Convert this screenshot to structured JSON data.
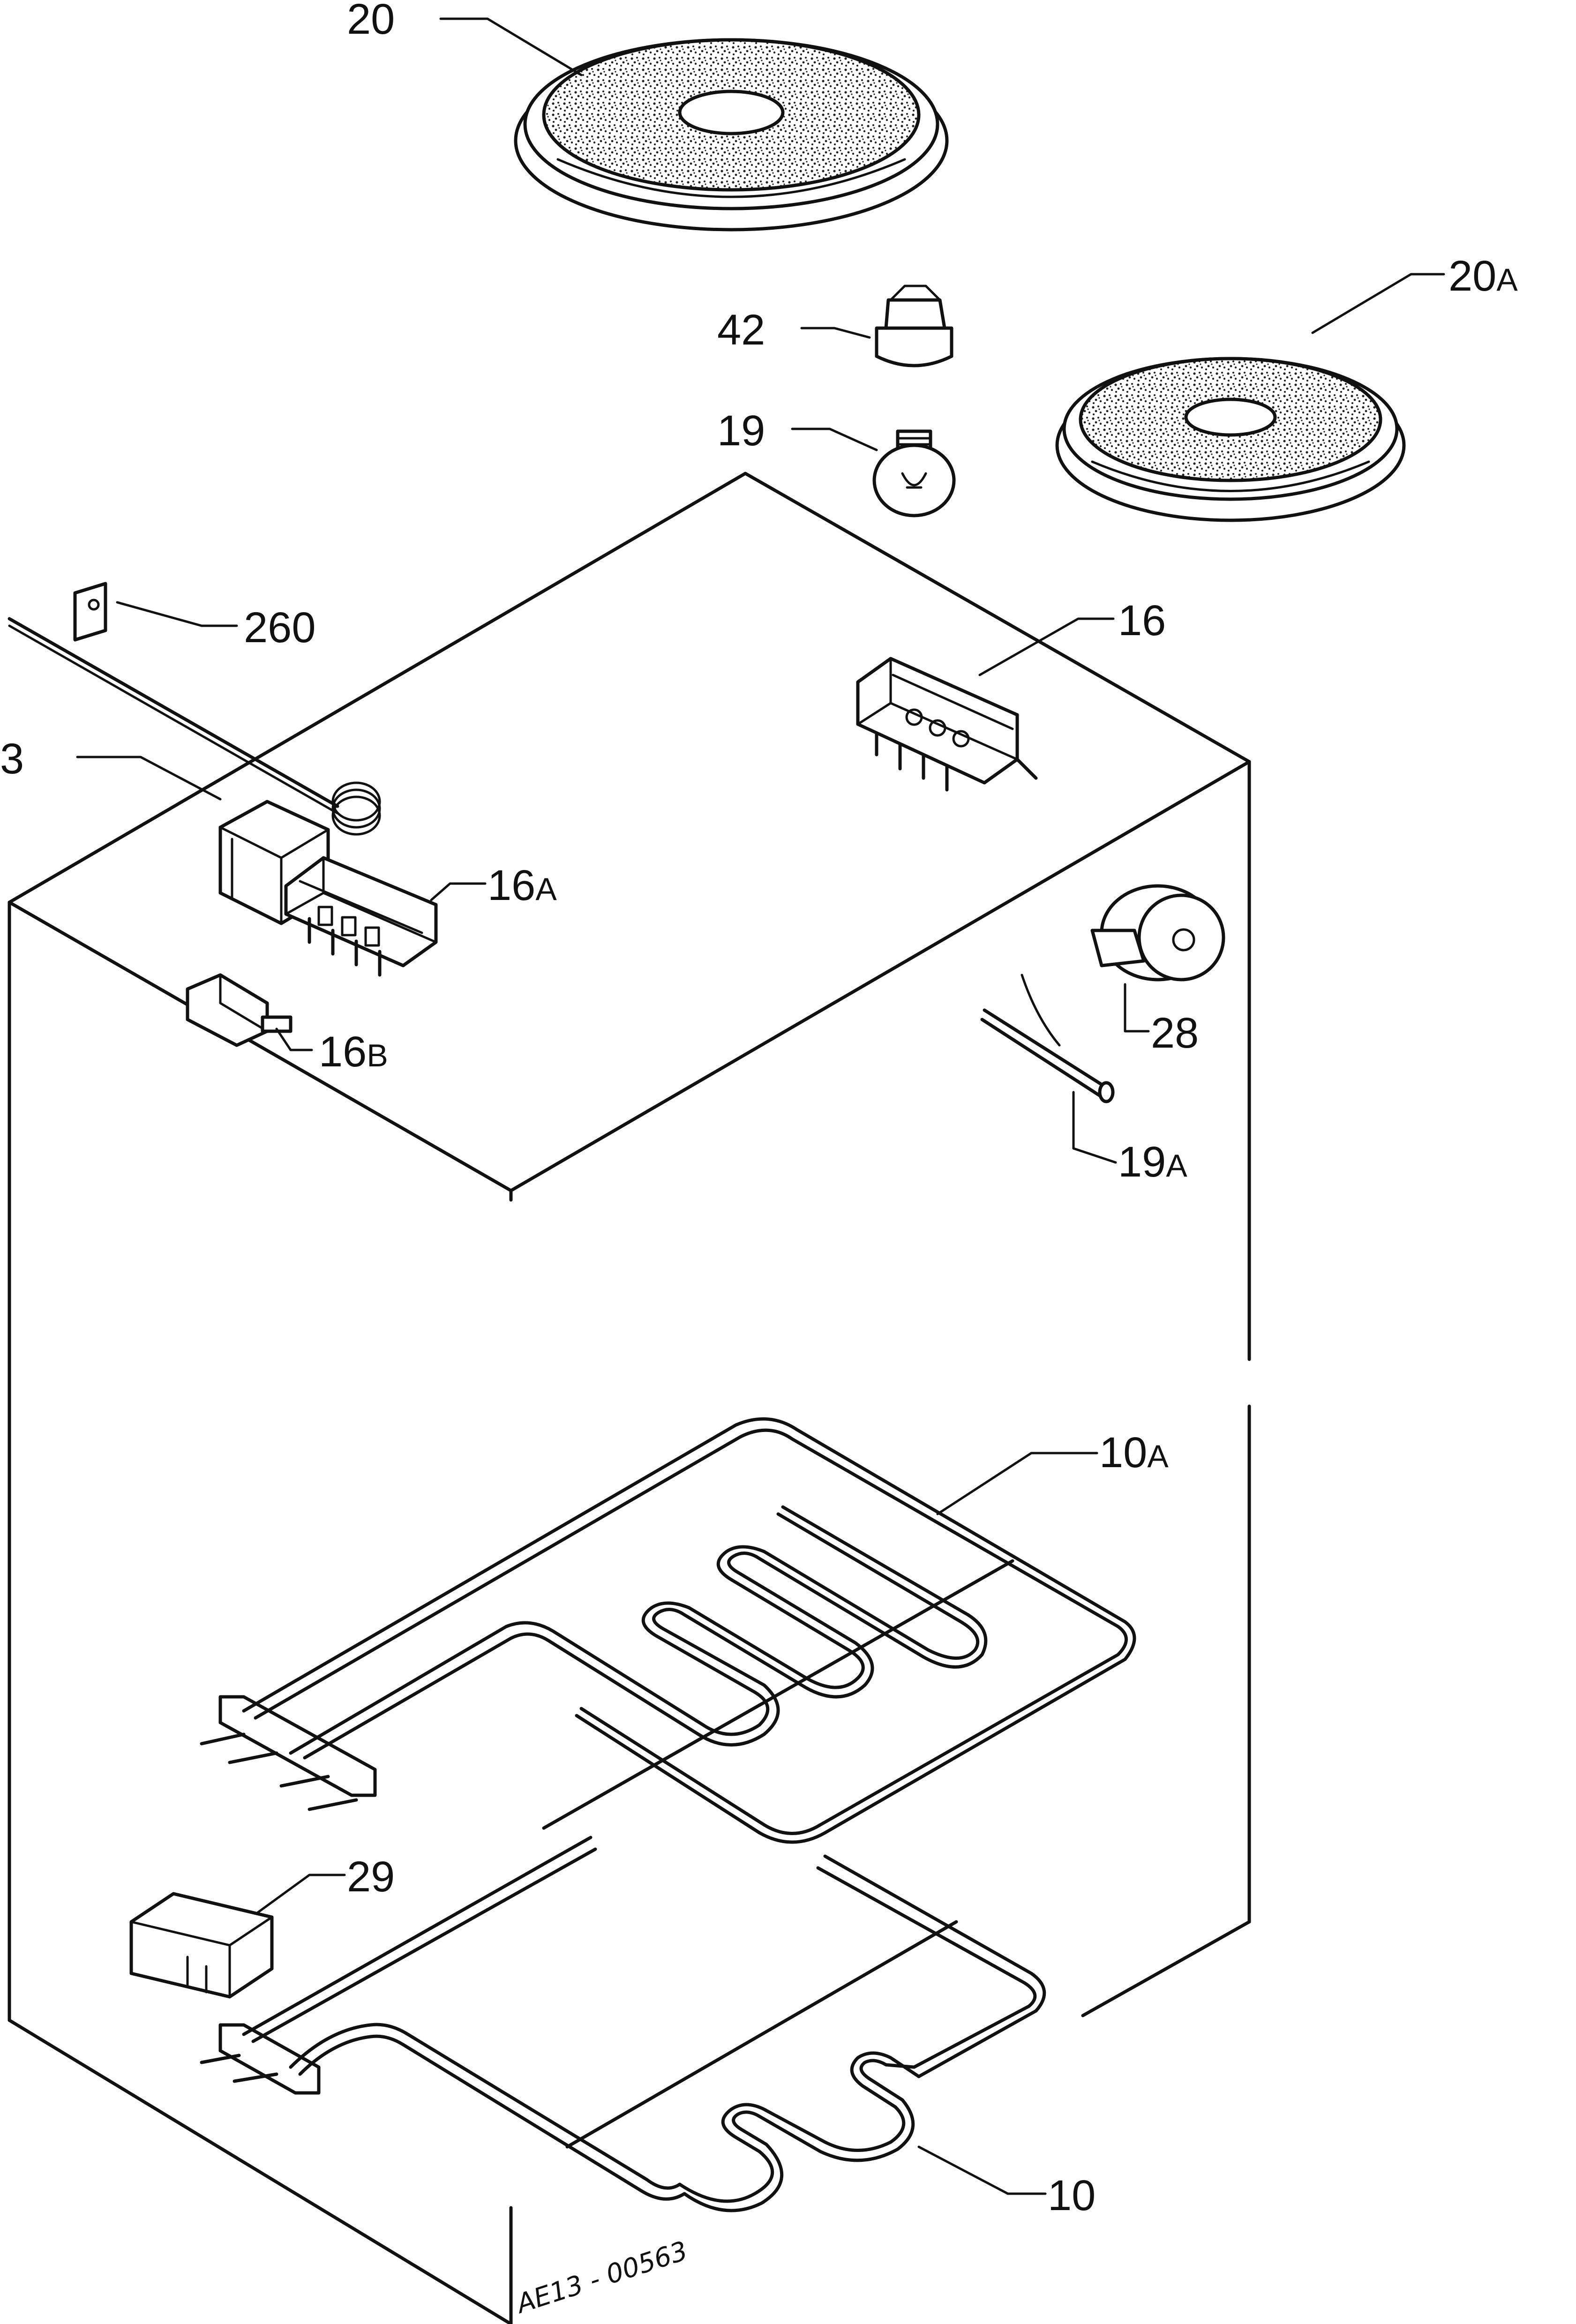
{
  "diagram": {
    "labels": {
      "p20": "20",
      "p20a_num": "20",
      "p20a_suf": "A",
      "p42": "42",
      "p19": "19",
      "p260": "260",
      "p16": "16",
      "p3": "3",
      "p16a_num": "16",
      "p16a_suf": "A",
      "p16b_num": "16",
      "p16b_suf": "B",
      "p28": "28",
      "p19a_num": "19",
      "p19a_suf": "A",
      "p10a_num": "10",
      "p10a_suf": "A",
      "p29": "29",
      "p10": "10"
    },
    "drawing_code": "AE13 - 00563"
  }
}
